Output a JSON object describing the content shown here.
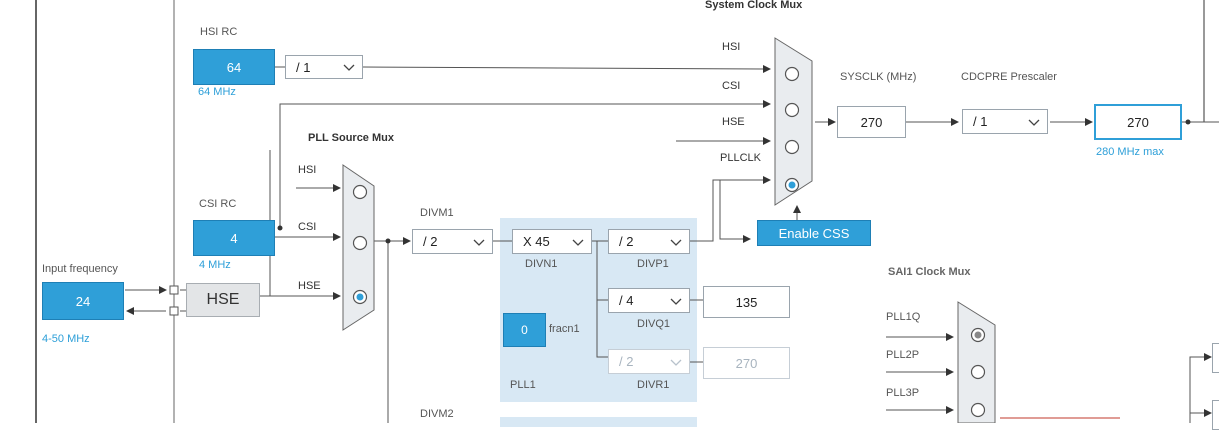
{
  "hsi_rc": {
    "title": "HSI RC",
    "value": "64",
    "freq": "64 MHz",
    "divider": "/ 1"
  },
  "csi_rc": {
    "title": "CSI RC",
    "value": "4",
    "freq": "4 MHz"
  },
  "input": {
    "title": "Input frequency",
    "value": "24",
    "range": "4-50 MHz",
    "hse_label": "HSE"
  },
  "pll_source_mux": {
    "title": "PLL Source Mux",
    "inputs": [
      "HSI",
      "CSI",
      "HSE"
    ],
    "selected": "HSE"
  },
  "divm1": {
    "title": "DIVM1",
    "value": "/ 2"
  },
  "divm2": {
    "title": "DIVM2"
  },
  "pll1": {
    "divn1": {
      "label": "DIVN1",
      "value": "X 45"
    },
    "divp1": {
      "label": "DIVP1",
      "value": "/ 2"
    },
    "divq1": {
      "label": "DIVQ1",
      "value": "/ 4",
      "out": "135"
    },
    "divr1": {
      "label": "DIVR1",
      "value": "/ 2",
      "out": "270"
    },
    "fracn": {
      "value": "0",
      "label": "fracn1"
    },
    "name": "PLL1"
  },
  "system_clock_mux": {
    "title": "System Clock Mux",
    "inputs": [
      "HSI",
      "CSI",
      "HSE",
      "PLLCLK"
    ],
    "selected": "PLLCLK"
  },
  "enable_css": "Enable CSS",
  "sysclk": {
    "label": "SYSCLK (MHz)",
    "value": "270"
  },
  "cdcpre": {
    "label": "CDCPRE Prescaler",
    "value": "/ 1",
    "out": "270",
    "max": "280 MHz max"
  },
  "sai1_mux": {
    "title": "SAI1 Clock Mux",
    "inputs": [
      "PLL1Q",
      "PLL2P",
      "PLL3P"
    ],
    "selected": "PLL1Q"
  },
  "colors": {
    "accent": "#2f9fd8",
    "panel": "#d8e8f4",
    "wire": "#555555"
  }
}
